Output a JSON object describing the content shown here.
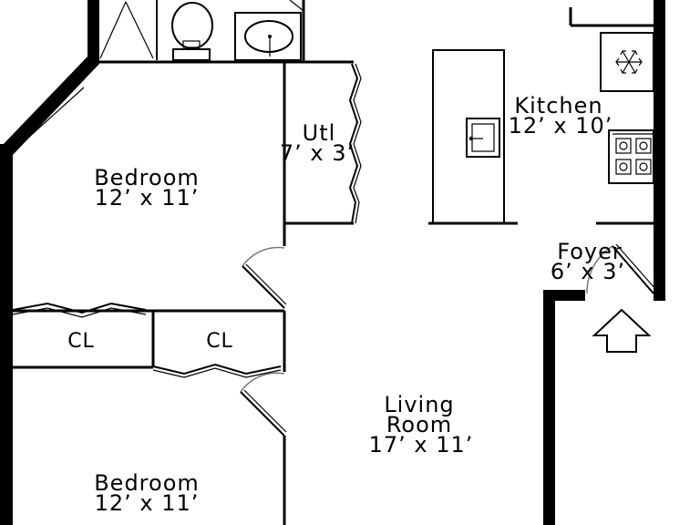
{
  "rooms": {
    "bedroom_top": {
      "name": "Bedroom",
      "size": "12’ x 11’"
    },
    "bedroom_bottom": {
      "name": "Bedroom",
      "size": "12’ x 11’"
    },
    "utility": {
      "name": "Utl",
      "size": "7’ x 3’"
    },
    "kitchen": {
      "name": "Kitchen",
      "size": "12’ x 10’"
    },
    "foyer": {
      "name": "Foyer",
      "size": "6’ x 3’"
    },
    "living": {
      "name_line1": "Living",
      "name_line2": "Room",
      "size": "17’ x 11’"
    },
    "closet_left": {
      "name": "CL"
    },
    "closet_right": {
      "name": "CL"
    }
  },
  "icons": {
    "entry": "entry-arrow-icon",
    "fridge": "snowflake-icon",
    "range": "stove-burner-icon",
    "toilet": "toilet-icon",
    "sink": "sink-icon",
    "shower": "shower-icon"
  }
}
